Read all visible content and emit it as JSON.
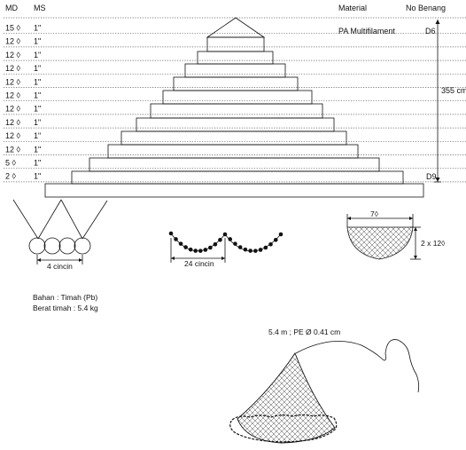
{
  "header": {
    "md_label": "MD",
    "ms_label": "MS",
    "material_label": "Material",
    "thread_label": "No Benang"
  },
  "material_value": "PA Multifilament",
  "thread_top": "D6",
  "thread_bottom": "D9",
  "height_label": "355 cm",
  "rows": [
    {
      "md": "15 ◊",
      "ms": "1\""
    },
    {
      "md": "12 ◊",
      "ms": "1\""
    },
    {
      "md": "12 ◊",
      "ms": "1\""
    },
    {
      "md": "12 ◊",
      "ms": "1\""
    },
    {
      "md": "12 ◊",
      "ms": "1\""
    },
    {
      "md": "12 ◊",
      "ms": "1\""
    },
    {
      "md": "12 ◊",
      "ms": "1\""
    },
    {
      "md": "12 ◊",
      "ms": "1\""
    },
    {
      "md": "12 ◊",
      "ms": "1\""
    },
    {
      "md": "12 ◊",
      "ms": "1\""
    },
    {
      "md": "5  ◊",
      "ms": "1\""
    },
    {
      "md": "2  ◊",
      "ms": "1\""
    }
  ],
  "rings_label": "4 cincin",
  "chain_label": "24 cincin",
  "pocket_width_label": "7◊",
  "pocket_height_label": "2 x 12◊",
  "sinker_material": "Bahan : Timah  (Pb)",
  "sinker_weight": "Berat timah : 5.4 kg",
  "rope_label": "5.4 m ; PE Ø 0.41 cm"
}
